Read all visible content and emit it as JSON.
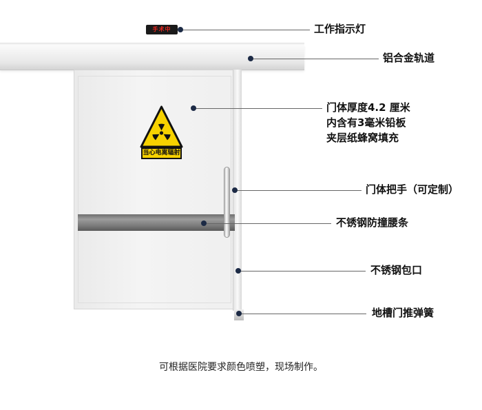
{
  "indicator": {
    "text": "手术中"
  },
  "sign": {
    "label": "当心电离辐射"
  },
  "callouts": [
    {
      "id": "indicator-light",
      "lines": [
        "工作指示灯"
      ]
    },
    {
      "id": "aluminum-rail",
      "lines": [
        "铝合金轨道"
      ]
    },
    {
      "id": "door-body",
      "lines": [
        "门体厚度4.2 厘米",
        "内含有3毫米铅板",
        "夹层纸蜂窝填充"
      ]
    },
    {
      "id": "door-handle",
      "lines": [
        "门体把手（可定制）"
      ]
    },
    {
      "id": "bumper-strip",
      "lines": [
        "不锈钢防撞腰条"
      ]
    },
    {
      "id": "edge-trim",
      "lines": [
        "不锈钢包口"
      ]
    },
    {
      "id": "floor-guide",
      "lines": [
        "地槽门推弹簧"
      ]
    }
  ],
  "footer": "可根据医院要求颜色喷塑，现场制作。",
  "colors": {
    "dot": "#1c2a45",
    "sign_yellow": "#f7d200",
    "indicator_red": "#e8261e"
  }
}
